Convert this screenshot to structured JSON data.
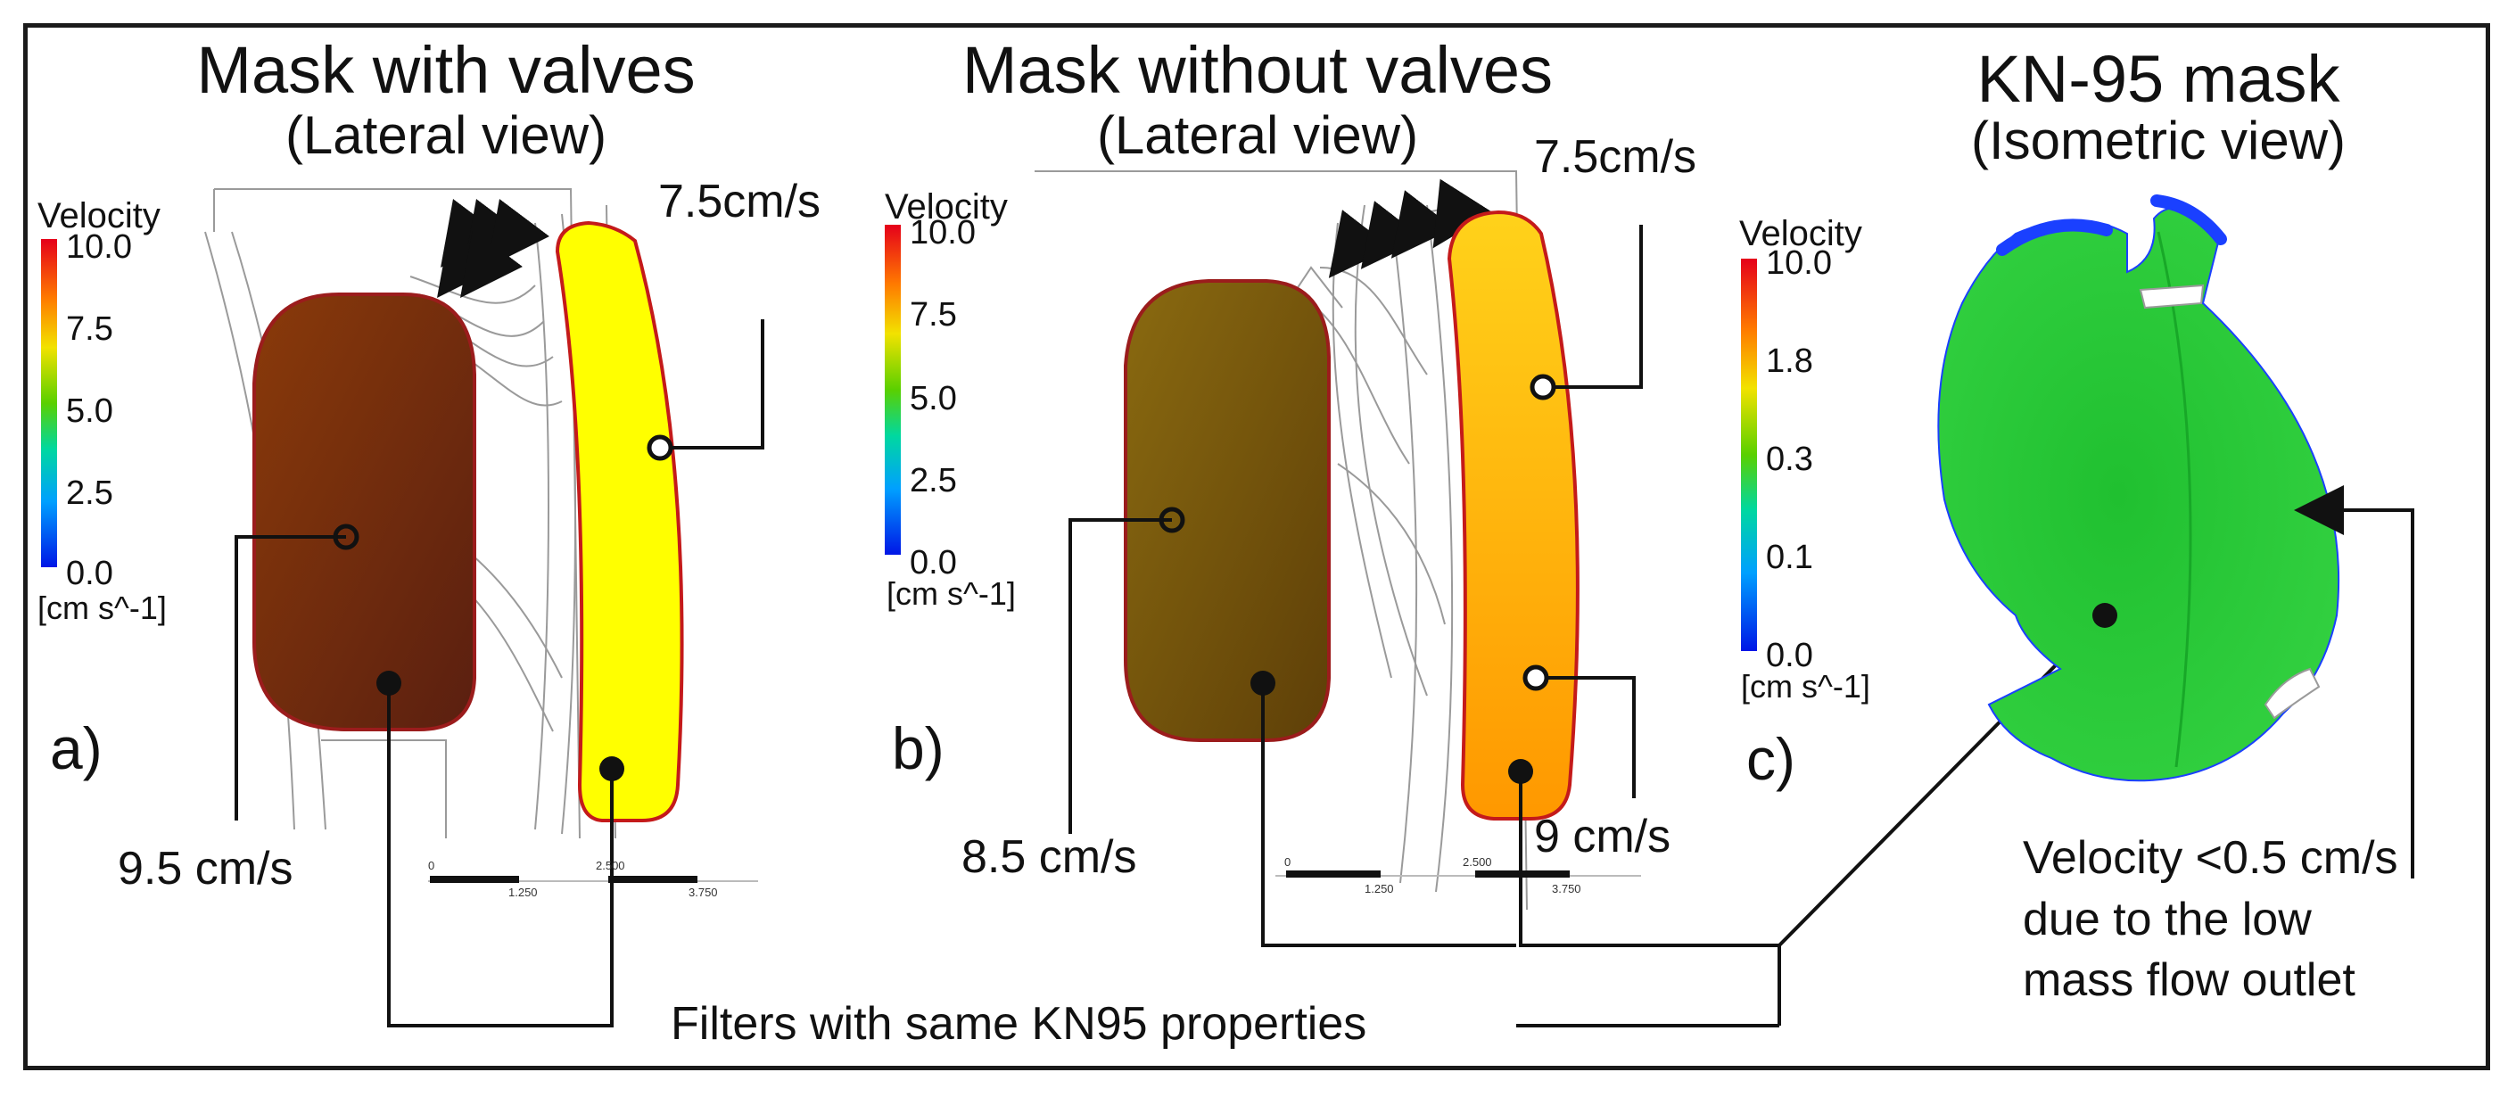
{
  "panels": [
    {
      "label": "a)",
      "title": "Mask with valves",
      "subtitle": "(Lateral view)",
      "colorbar": {
        "title": "Velocity",
        "ticks": [
          "10.0",
          "7.5",
          "5.0",
          "2.5",
          "0.0"
        ],
        "unit": "[cm s^-1]"
      },
      "annotations": [
        "7.5cm/s",
        "9.5 cm/s"
      ],
      "ruler_ticks": [
        "0",
        "1.250",
        "2.500",
        "3.750"
      ]
    },
    {
      "label": "b)",
      "title": "Mask without valves",
      "subtitle": "(Lateral view)",
      "colorbar": {
        "title": "Velocity",
        "ticks": [
          "10.0",
          "7.5",
          "5.0",
          "2.5",
          "0.0"
        ],
        "unit": "[cm s^-1]"
      },
      "annotations": [
        "7.5cm/s",
        "8.5 cm/s",
        "9 cm/s"
      ],
      "ruler_ticks": [
        "0",
        "1.250",
        "2.500",
        "3.750"
      ]
    },
    {
      "label": "c)",
      "title": "KN-95 mask",
      "subtitle": "(Isometric view)",
      "colorbar": {
        "title": "Velocity",
        "ticks": [
          "10.0",
          "1.8",
          "0.3",
          "0.1",
          "0.0"
        ],
        "unit": "[cm s^-1]"
      },
      "annotation_lines": [
        "Velocity <0.5 cm/s",
        "due to the low",
        "mass flow outlet"
      ]
    }
  ],
  "footer_label": "Filters with same KN95 properties",
  "colors": {
    "filter_a_left": "#7a2f0c",
    "filter_a_right": "#ffff00",
    "filter_b_left": "#7a5a0a",
    "filter_b_right": "#ffb000",
    "mask_green": "#22cc33",
    "edge_blue": "#1a40ff",
    "frame": "#1a1a1a"
  }
}
